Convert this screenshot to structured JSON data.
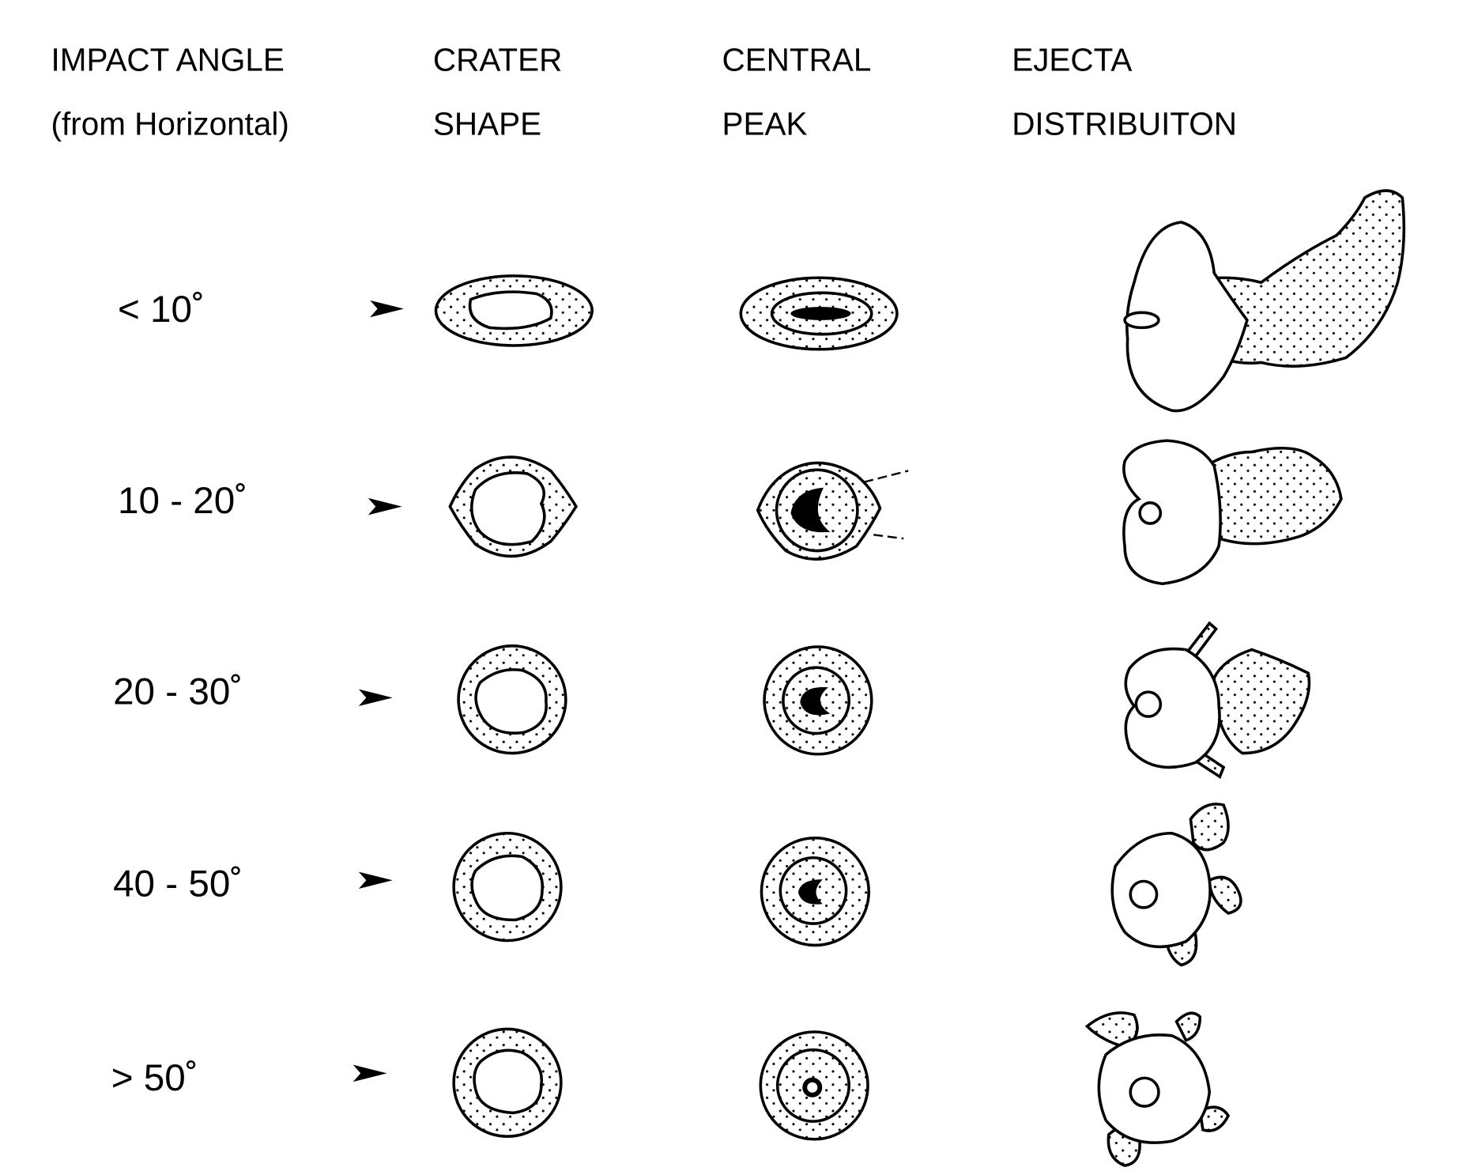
{
  "headers": {
    "impact_angle": [
      "IMPACT ANGLE",
      "(from  Horizontal)"
    ],
    "crater_shape": [
      "CRATER",
      "SHAPE"
    ],
    "central_peak": [
      "CENTRAL",
      "PEAK"
    ],
    "ejecta": [
      "EJECTA",
      "DISTRIBUITON"
    ]
  },
  "rows": [
    {
      "angle": "< 10˚"
    },
    {
      "angle": "10 - 20˚"
    },
    {
      "angle": "20 - 30˚"
    },
    {
      "angle": "40 - 50˚"
    },
    {
      "angle": "> 50˚"
    }
  ],
  "icons": {
    "impact_direction": "arrowhead-right-icon"
  }
}
